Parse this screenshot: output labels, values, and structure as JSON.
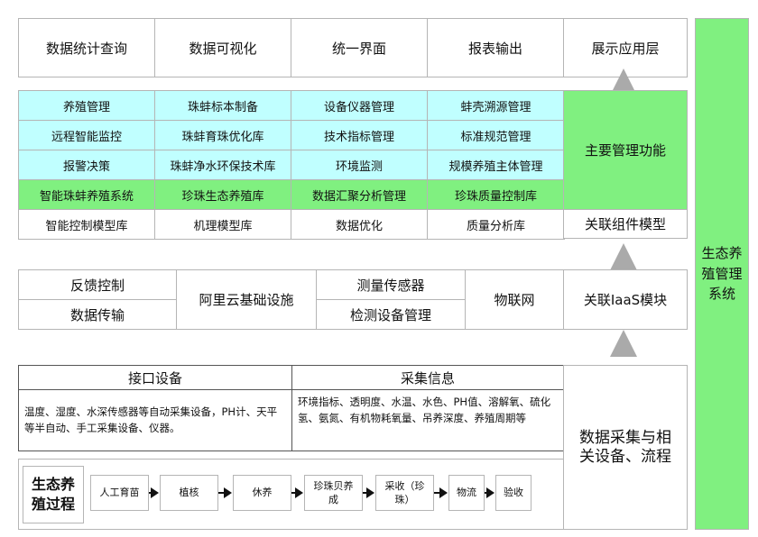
{
  "top_row": [
    "数据统计查询",
    "数据可视化",
    "统一界面",
    "报表输出",
    "展示应用层"
  ],
  "management": {
    "rows": [
      [
        "养殖管理",
        "珠蚌标本制备",
        "设备仪器管理",
        "蚌壳溯源管理"
      ],
      [
        "远程智能监控",
        "珠蚌育珠优化库",
        "技术指标管理",
        "标准规范管理"
      ],
      [
        "报警决策",
        "珠蚌净水环保技术库",
        "环境监测",
        "规模养殖主体管理"
      ],
      [
        "智能珠蚌养殖系统",
        "珍珠生态养殖库",
        "数据汇聚分析管理",
        "珍珠质量控制库"
      ],
      [
        "智能控制模型库",
        "机理模型库",
        "数据优化",
        "质量分析库"
      ]
    ],
    "main_label": "主要管理功能",
    "component_label": "关联组件模型"
  },
  "iaas": {
    "feedback": "反馈控制",
    "transfer": "数据传输",
    "aliyun": "阿里云基础设施",
    "sensor": "测量传感器",
    "detect": "检测设备管理",
    "iot": "物联网",
    "label": "关联IaaS模块"
  },
  "collection": {
    "interface_header": "接口设备",
    "info_header": "采集信息",
    "interface_text": "温度、湿度、水深传感器等自动采集设备，PH计、天平等半自动、手工采集设备、仪器。",
    "info_text": "环境指标、透明度、水温、水色、PH值、溶解氧、硫化氢、氨氮、有机物耗氧量、吊养深度、养殖周期等",
    "label": "数据采集与相关设备、流程"
  },
  "process": {
    "title": "生态养殖过程",
    "steps": [
      "人工育苗",
      "植核",
      "休养",
      "珍珠贝养成",
      "采收（珍珠）",
      "物流",
      "验收"
    ]
  },
  "side_label": "生态养殖管理系统"
}
